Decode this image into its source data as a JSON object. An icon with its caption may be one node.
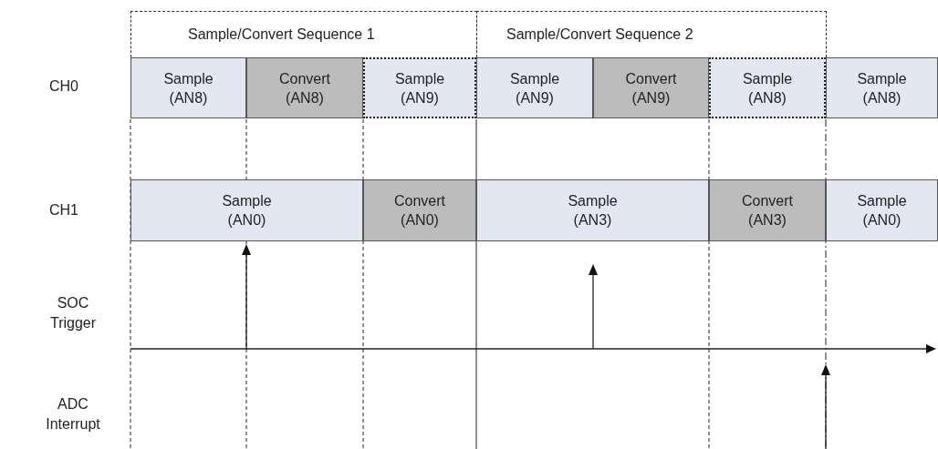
{
  "diagram": {
    "nodes": [
      {
        "text": [
          "Sample/Convert Sequence 1"
        ]
      },
      {
        "text": [
          "Sample/Convert Sequence 2"
        ]
      },
      {
        "text": [
          "Sample (AN8)"
        ]
      },
      {
        "text": [
          "Convert (AN8)"
        ]
      },
      {
        "text": [
          "Sample (AN9)"
        ]
      },
      {
        "text": [
          "Sample (AN9)"
        ]
      },
      {
        "text": [
          "Convert (AN9)"
        ]
      },
      {
        "text": [
          "Sample (AN8)"
        ]
      },
      {
        "text": [
          "Sample (AN8)"
        ]
      },
      {
        "text": [
          "Sample (AN0)"
        ]
      },
      {
        "text": [
          "Convert (AN0)"
        ]
      },
      {
        "text": [
          "Sample (AN3)"
        ]
      },
      {
        "text": [
          "Convert (AN3)"
        ]
      },
      {
        "text": [
          "Sample (AN0)"
        ]
      }
    ],
    "labels": [
      "CH0",
      "CH1",
      "SOC Trigger",
      "ADC Interrupt"
    ]
  }
}
